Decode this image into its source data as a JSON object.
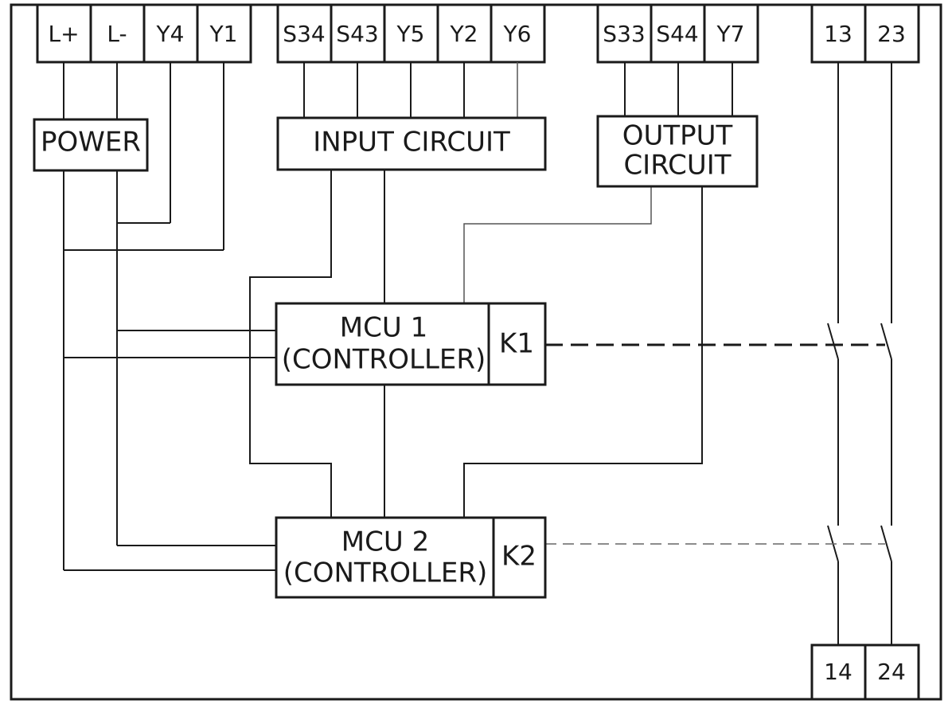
{
  "terminals_top": {
    "power": [
      "L+",
      "L-",
      "Y4",
      "Y1"
    ],
    "input": [
      "S34",
      "S43",
      "Y5",
      "Y2",
      "Y6"
    ],
    "output": [
      "S33",
      "S44",
      "Y7"
    ],
    "contacts": [
      "13",
      "23"
    ]
  },
  "terminals_bottom": [
    "14",
    "24"
  ],
  "blocks": {
    "power": "POWER",
    "input": "INPUT CIRCUIT",
    "output_line1": "OUTPUT",
    "output_line2": "CIRCUIT",
    "mcu1_line1": "MCU 1",
    "mcu1_line2": "(CONTROLLER)",
    "mcu2_line1": "MCU 2",
    "mcu2_line2": "(CONTROLLER)",
    "k1": "K1",
    "k2": "K2"
  }
}
